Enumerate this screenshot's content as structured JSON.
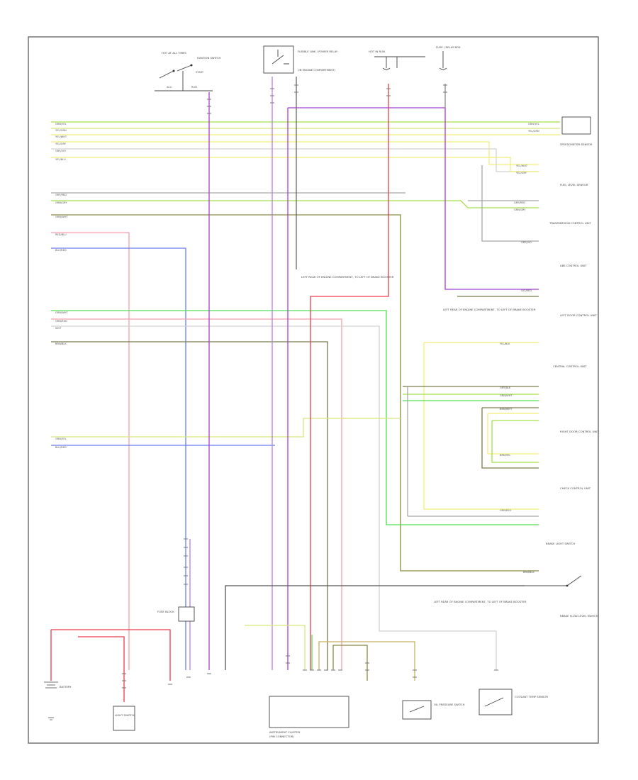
{
  "diagram": {
    "page_ref": "",
    "wire_colors": {
      "green": "#a4e04a",
      "yellow": "#f2ee78",
      "yellow_green": "#d6e67a",
      "purple": "#a53fd6",
      "purple_light": "#b57fe0",
      "red": "#ee3a4a",
      "pink": "#f3a0aa",
      "blue": "#6a7cf0",
      "gray": "#a8a8a8",
      "lightgray": "#d2d2d2",
      "olive": "#8a8a40",
      "brown_green": "#7a7a4a",
      "bright_green": "#50e050",
      "dark": "#555555"
    },
    "components": [
      {
        "id": "ignition-switch",
        "label": "IGNITION SWITCH",
        "sublabel": "HOT AT ALL TIMES"
      },
      {
        "id": "power-relay",
        "label": "FUSIBLE LINK / POWER RELAY",
        "sublabel": "(IN ENGINE COMPARTMENT)"
      },
      {
        "id": "fuse-block-top",
        "label": "FUSE / RELAY BOX",
        "sublabel": "HOT IN RUN"
      },
      {
        "id": "speed-sensor",
        "label": "SPEEDOMETER SENSOR",
        "sublabel": ""
      },
      {
        "id": "fuel-sender",
        "label": "FUEL LEVEL SENSOR",
        "sublabel": ""
      },
      {
        "id": "transmission-unit",
        "label": "TRANSMISSION CONTROL UNIT",
        "sublabel": ""
      },
      {
        "id": "abs-unit",
        "label": "ABS CONTROL UNIT",
        "sublabel": ""
      },
      {
        "id": "left-door-control",
        "label": "LEFT DOOR CONTROL UNIT",
        "sublabel": ""
      },
      {
        "id": "right-door-control",
        "label": "RIGHT DOOR CONTROL UNIT",
        "sublabel": ""
      },
      {
        "id": "central-control",
        "label": "CENTRAL CONTROL UNIT",
        "sublabel": ""
      },
      {
        "id": "check-control",
        "label": "CHECK CONTROL UNIT",
        "sublabel": ""
      },
      {
        "id": "brake-light-switch",
        "label": "BRAKE LIGHT SWITCH",
        "sublabel": ""
      },
      {
        "id": "battery",
        "label": "BATTERY",
        "sublabel": ""
      },
      {
        "id": "fuse-block-left",
        "label": "FUSE BLOCK",
        "sublabel": ""
      },
      {
        "id": "light-switch",
        "label": "LIGHT SWITCH",
        "sublabel": ""
      },
      {
        "id": "instrument-cluster",
        "label": "INSTRUMENT CLUSTER",
        "sublabel": "(PIN CONNECTOR)"
      },
      {
        "id": "oil-pressure",
        "label": "OIL PRESSURE SWITCH",
        "sublabel": ""
      },
      {
        "id": "coolant-sensor",
        "label": "COOLANT TEMP SENSOR",
        "sublabel": ""
      },
      {
        "id": "brake-fluid",
        "label": "BRAKE FLUID LEVEL SWITCH",
        "sublabel": ""
      }
    ],
    "wire_labels": {
      "top_bus": [
        "GRN/YEL",
        "YEL/GRN",
        "YEL/WHT",
        "YEL/GRY",
        "GRY/VIO",
        "YEL/BLU"
      ],
      "mid_bus": [
        "GRY/RED",
        "GRN/GRY",
        "GRN/WHT"
      ],
      "left_bus": [
        "RED/BLU",
        "BLU/RED"
      ],
      "lower_bus": [
        "GRN/WHT",
        "GRN/RED",
        "WHT",
        "BRN/BLK"
      ],
      "bottom_bus": [
        "GRN/YEL",
        "BLU/RED"
      ],
      "right_labels": [
        "YEL/BLK",
        "GRY/BLK",
        "GRN/WHT",
        "BRN/WHT",
        "BRN/YEL",
        "GRN/BLU",
        "VIO/RED",
        "BLU/RED"
      ]
    },
    "notes": [
      "LEFT REAR OF ENGINE COMPARTMENT, TO LEFT OF BRAKE BOOSTER",
      "LEFT REAR OF ENGINE COMPARTMENT, TO LEFT OF BRAKE BOOSTER",
      "LEFT REAR OF ENGINE COMPARTMENT, TO LEFT OF BRAKE BOOSTER"
    ]
  }
}
